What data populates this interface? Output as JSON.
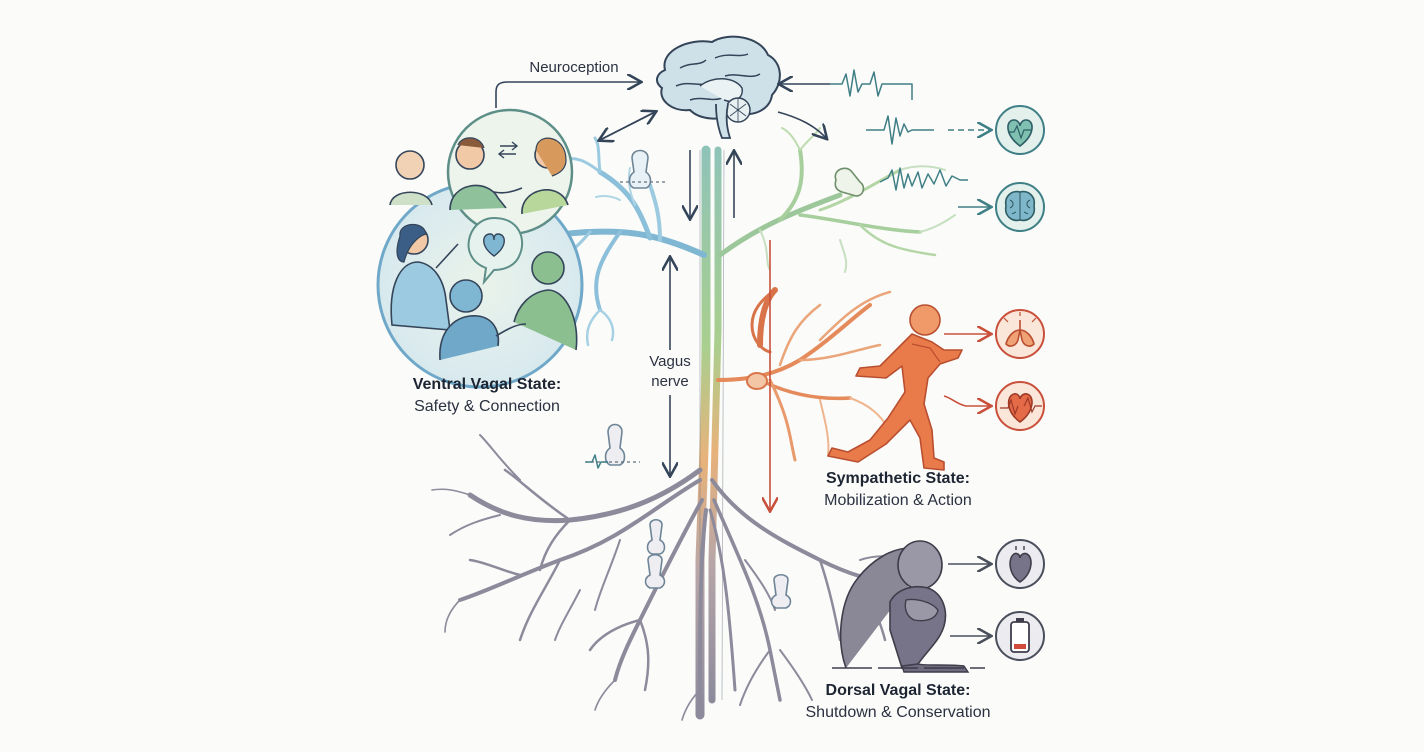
{
  "labels": {
    "neuroception": "Neuroception",
    "vagus": [
      "Vagus",
      "nerve"
    ],
    "ventral": {
      "title": "Ventral Vagal State:",
      "subtitle": "Safety & Connection"
    },
    "sympathetic": {
      "title": "Sympathetic State:",
      "subtitle": "Mobilization & Action"
    },
    "dorsal": {
      "title": "Dorsal Vagal State:",
      "subtitle": "Shutdown & Conservation"
    }
  },
  "colors": {
    "ventral": "#6fa8c8",
    "ventral_green": "#8cbf8f",
    "sympathetic": "#e0784a",
    "sympathetic_dark": "#c9503a",
    "dorsal": "#8d8a9c",
    "outline": "#34455a"
  },
  "icons": {
    "ventral_outputs": [
      "heart-icon",
      "brain-icon"
    ],
    "sympathetic_outputs": [
      "lungs-icon",
      "racing-heart-icon"
    ],
    "dorsal_outputs": [
      "slow-heart-icon",
      "low-battery-icon"
    ]
  }
}
